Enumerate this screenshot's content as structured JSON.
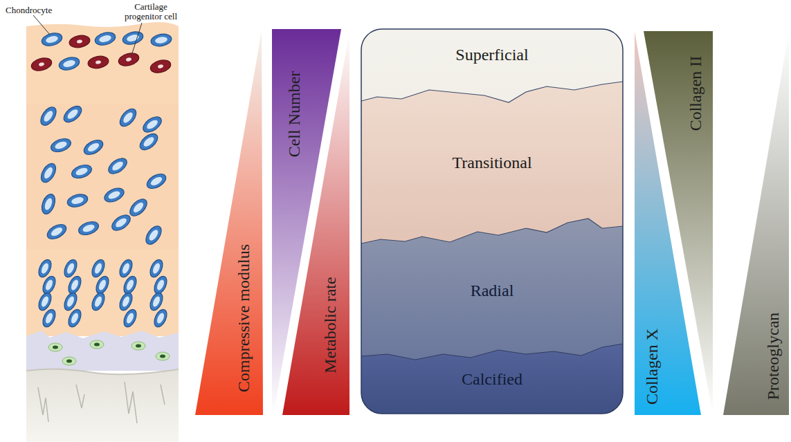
{
  "diagram": {
    "nodes": [
      {
        "text": [
          "Compressive modulus"
        ]
      },
      {
        "text": [
          "Cell Number"
        ]
      },
      {
        "text": [
          "Metabolic rate"
        ]
      },
      {
        "text": [
          "Superficial"
        ]
      },
      {
        "text": [
          "Transitional"
        ]
      },
      {
        "text": [
          "Radial"
        ]
      },
      {
        "text": [
          "Calcified"
        ]
      },
      {
        "text": [
          "Collagen X"
        ]
      },
      {
        "text": [
          "Collagen II"
        ]
      },
      {
        "text": [
          "Proteoglycan"
        ]
      }
    ],
    "labels": [
      "Chondrocyte",
      "Cartilage progenitor cell"
    ]
  }
}
